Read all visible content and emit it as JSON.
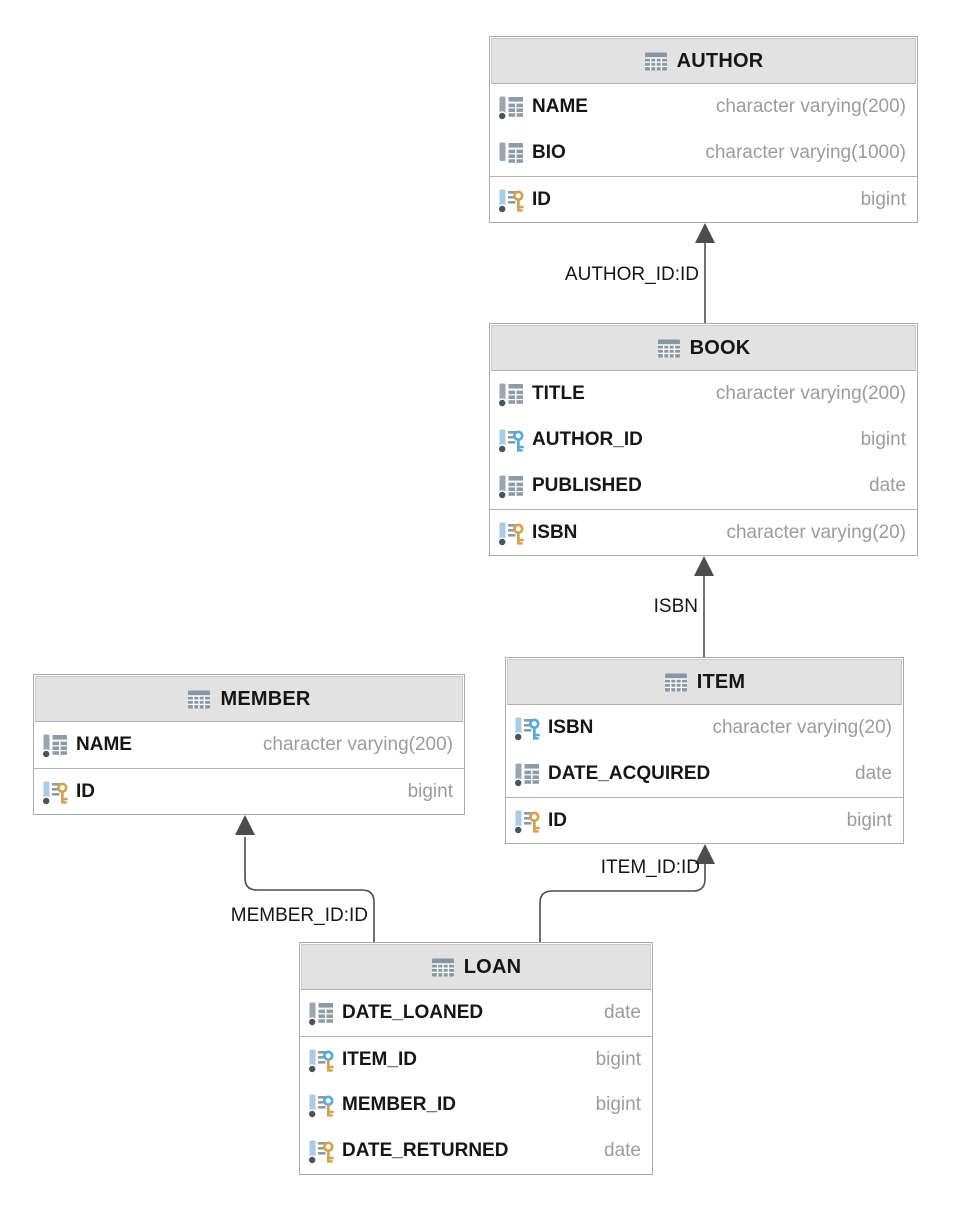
{
  "colors": {
    "header_bg": "#e2e2e2",
    "table_border": "#ababab",
    "divider": "#b3b3b3",
    "title_text": "#161616",
    "type_text": "#9c9c9c",
    "connector": "#4d4d4d",
    "icon_slate": "#8796a2",
    "icon_bar_gray": "#99a6b0",
    "icon_bar_blue": "#a9cbe4",
    "icon_grid": "#8c9ba6",
    "key_gold": "#d2a24c",
    "key_blue": "#52acdb",
    "notnull_dot": "#4e5357"
  },
  "tables": [
    {
      "name": "AUTHOR",
      "icon": "table-icon",
      "columns": [
        {
          "name": "NAME",
          "type": "character varying(200)",
          "icon": "column-icon",
          "key": "",
          "not_null": true,
          "section": "fields"
        },
        {
          "name": "BIO",
          "type": "character varying(1000)",
          "icon": "column-icon",
          "key": "",
          "not_null": false,
          "section": "fields"
        },
        {
          "name": "ID",
          "type": "bigint",
          "icon": "primary-key-icon",
          "key": "pk",
          "not_null": true,
          "section": "keys"
        }
      ]
    },
    {
      "name": "BOOK",
      "icon": "table-icon",
      "columns": [
        {
          "name": "TITLE",
          "type": "character varying(200)",
          "icon": "column-icon",
          "key": "",
          "not_null": true,
          "section": "fields"
        },
        {
          "name": "AUTHOR_ID",
          "type": "bigint",
          "icon": "foreign-key-icon",
          "key": "fk",
          "not_null": true,
          "section": "fields"
        },
        {
          "name": "PUBLISHED",
          "type": "date",
          "icon": "column-icon",
          "key": "",
          "not_null": true,
          "section": "fields"
        },
        {
          "name": "ISBN",
          "type": "character varying(20)",
          "icon": "primary-key-icon",
          "key": "pk",
          "not_null": true,
          "section": "keys"
        }
      ]
    },
    {
      "name": "MEMBER",
      "icon": "table-icon",
      "columns": [
        {
          "name": "NAME",
          "type": "character varying(200)",
          "icon": "column-icon",
          "key": "",
          "not_null": true,
          "section": "fields"
        },
        {
          "name": "ID",
          "type": "bigint",
          "icon": "primary-key-icon",
          "key": "pk",
          "not_null": true,
          "section": "keys"
        }
      ]
    },
    {
      "name": "ITEM",
      "icon": "table-icon",
      "columns": [
        {
          "name": "ISBN",
          "type": "character varying(20)",
          "icon": "foreign-key-icon",
          "key": "fk",
          "not_null": true,
          "section": "fields"
        },
        {
          "name": "DATE_ACQUIRED",
          "type": "date",
          "icon": "column-icon",
          "key": "",
          "not_null": true,
          "section": "fields"
        },
        {
          "name": "ID",
          "type": "bigint",
          "icon": "primary-key-icon",
          "key": "pk",
          "not_null": true,
          "section": "keys"
        }
      ]
    },
    {
      "name": "LOAN",
      "icon": "table-icon",
      "columns": [
        {
          "name": "DATE_LOANED",
          "type": "date",
          "icon": "column-icon",
          "key": "",
          "not_null": true,
          "section": "fields"
        },
        {
          "name": "ITEM_ID",
          "type": "bigint",
          "icon": "primary-foreign-key-icon",
          "key": "pkfk",
          "not_null": true,
          "section": "keys"
        },
        {
          "name": "MEMBER_ID",
          "type": "bigint",
          "icon": "primary-foreign-key-icon",
          "key": "pkfk",
          "not_null": true,
          "section": "keys"
        },
        {
          "name": "DATE_RETURNED",
          "type": "date",
          "icon": "primary-key-icon",
          "key": "pk",
          "not_null": true,
          "section": "keys"
        }
      ]
    }
  ],
  "relationships": [
    {
      "from": "BOOK",
      "to": "AUTHOR",
      "label": "AUTHOR_ID:ID"
    },
    {
      "from": "ITEM",
      "to": "BOOK",
      "label": "ISBN"
    },
    {
      "from": "LOAN",
      "to": "MEMBER",
      "label": "MEMBER_ID:ID"
    },
    {
      "from": "LOAN",
      "to": "ITEM",
      "label": "ITEM_ID:ID"
    }
  ]
}
